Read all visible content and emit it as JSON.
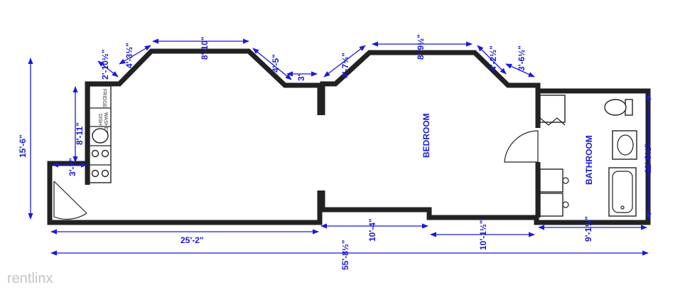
{
  "rooms": {
    "bedroom": "BEDROOM",
    "bathroom": "BATHROOM"
  },
  "appliances": {
    "fridge": "FRIDGE",
    "dishwasher_line1": "DISH",
    "dishwasher_line2": "WASHER"
  },
  "dimensions": {
    "overall_height_left": "15'-6\"",
    "kitchen_wall": "8'-11\"",
    "entry_offset": "3'-7\"",
    "bottom_left_run": "25'-2\"",
    "bottom_middle_run": "10'-4\"",
    "bottom_bedroom_run": "10'-1½\"",
    "bottom_bath_run": "9'-1½\"",
    "overall_length": "55'-8½\"",
    "right_height": "11'-9½\"",
    "top_bay1_angle_left": "2'-10½\"",
    "top_bay1_return": "4'-3½\"",
    "top_bay1_center": "8'-10\"",
    "top_bay1_angle_right": "4'-5\"",
    "top_notch": "3'",
    "top_bay2_angle_left": "4'-7½\"",
    "top_bay2_center": "8'-9½\"",
    "top_bay2_angle_right": "4'-2½\"",
    "top_bay2_return": "3'-6½\""
  },
  "watermark": "rentlinx",
  "colors": {
    "dimension": "#1a1adb",
    "wall": "#222222",
    "watermark": "#c4c4c4"
  }
}
